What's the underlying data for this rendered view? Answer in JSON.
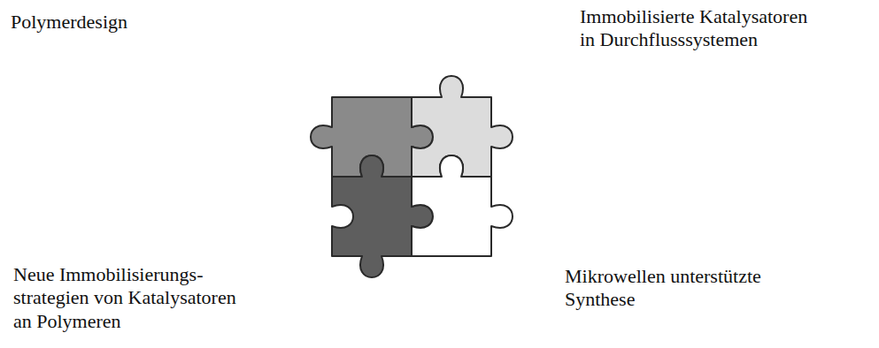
{
  "diagram": {
    "labels": [
      "Polymerdesign",
      "Immobilisierte Katalysatoren in Durchflusssystemen",
      "Neue Immobilisierungs- strategien von Katalysatoren an Polymeren",
      "Mikrowellen unterstützte Synthese"
    ]
  }
}
